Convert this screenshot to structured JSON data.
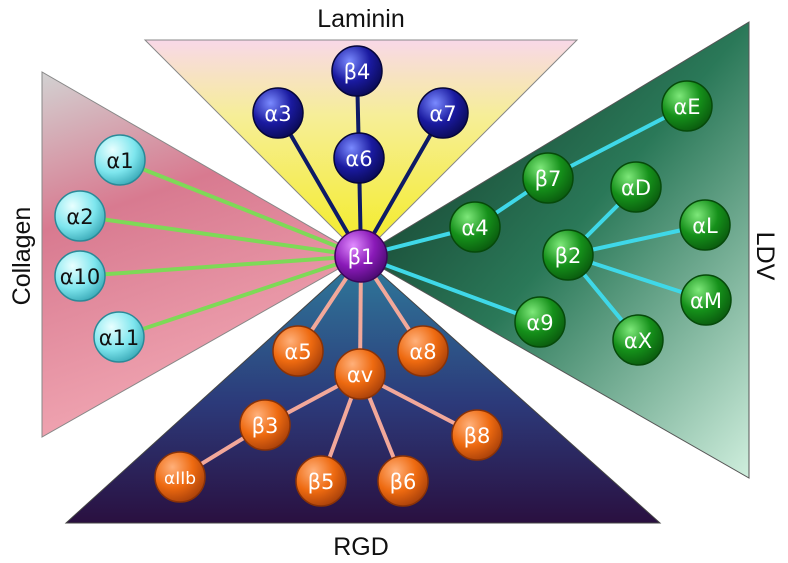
{
  "groups": {
    "laminin": {
      "label": "Laminin"
    },
    "collagen": {
      "label": "Collagen"
    },
    "ldv": {
      "label": "LDV"
    },
    "rgd": {
      "label": "RGD"
    }
  },
  "hub": {
    "label": "β1"
  },
  "nodes": {
    "laminin": [
      {
        "id": "beta4",
        "label": "β4"
      },
      {
        "id": "alpha3",
        "label": "α3"
      },
      {
        "id": "alpha7",
        "label": "α7"
      },
      {
        "id": "alpha6",
        "label": "α6"
      }
    ],
    "collagen": [
      {
        "id": "alpha1",
        "label": "α1"
      },
      {
        "id": "alpha2",
        "label": "α2"
      },
      {
        "id": "alpha10",
        "label": "α10"
      },
      {
        "id": "alpha11",
        "label": "α11"
      }
    ],
    "ldv": [
      {
        "id": "alphaE",
        "label": "αE"
      },
      {
        "id": "beta7",
        "label": "β7"
      },
      {
        "id": "alphaD",
        "label": "αD"
      },
      {
        "id": "alpha4",
        "label": "α4"
      },
      {
        "id": "beta2",
        "label": "β2"
      },
      {
        "id": "alphaL",
        "label": "αL"
      },
      {
        "id": "alphaM",
        "label": "αM"
      },
      {
        "id": "alpha9",
        "label": "α9"
      },
      {
        "id": "alphaX",
        "label": "αX"
      }
    ],
    "rgd": [
      {
        "id": "alpha5",
        "label": "α5"
      },
      {
        "id": "alpha8",
        "label": "α8"
      },
      {
        "id": "alphaV",
        "label": "αv"
      },
      {
        "id": "beta3",
        "label": "β3"
      },
      {
        "id": "beta8",
        "label": "β8"
      },
      {
        "id": "alphaIIb",
        "label": "αIIb"
      },
      {
        "id": "beta5",
        "label": "β5"
      },
      {
        "id": "beta6",
        "label": "β6"
      }
    ]
  },
  "colors": {
    "laminin_node": "#1a1aa0",
    "collagen_node": "#7ee6ee",
    "ldv_node": "#15901a",
    "rgd_node": "#ee6a10",
    "hub_node": "#8a1ab8",
    "laminin_line": "#0d1a66",
    "collagen_line": "#7ed957",
    "ldv_line": "#3fd8e8",
    "rgd_line": "#f2a89a"
  }
}
